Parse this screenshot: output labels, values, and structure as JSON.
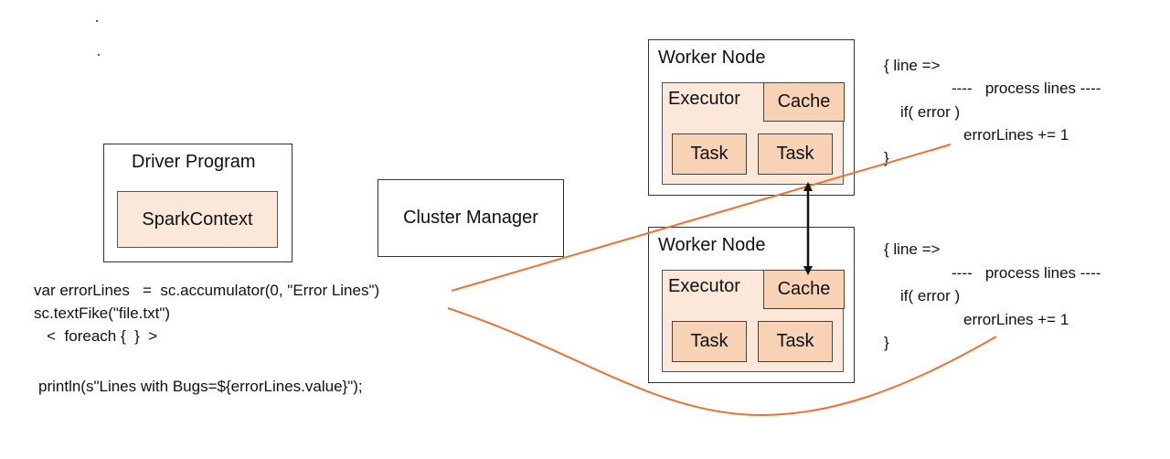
{
  "driver": {
    "title": "Driver Program",
    "context": "SparkContext"
  },
  "cluster_manager": "Cluster Manager",
  "worker_top": {
    "title": "Worker Node",
    "executor": "Executor",
    "cache": "Cache",
    "task1": "Task",
    "task2": "Task"
  },
  "worker_bottom": {
    "title": "Worker Node",
    "executor": "Executor",
    "cache": "Cache",
    "task1": "Task",
    "task2": "Task"
  },
  "driver_code": {
    "line1": "var errorLines   =  sc.accumulator(0, \"Error Lines\")",
    "line2": "sc.textFike(\"file.txt\")",
    "line3": "   <  foreach {  }  >",
    "line4": "println(s\"Lines with Bugs=${errorLines.value}\");"
  },
  "worker_code_top": {
    "line1": "{ line =>",
    "line2": "----   process lines ----",
    "line3": "if( error )",
    "line4": "errorLines += 1",
    "line5": "}"
  },
  "worker_code_bottom": {
    "line1": "{ line =>",
    "line2": "----   process lines ----",
    "line3": "if( error )",
    "line4": "errorLines += 1",
    "line5": "}"
  },
  "colors": {
    "connector": "#e8742f",
    "box_fill": "#fbe8d9",
    "cell_fill": "#f8d2b5",
    "arrow": "#111111"
  }
}
